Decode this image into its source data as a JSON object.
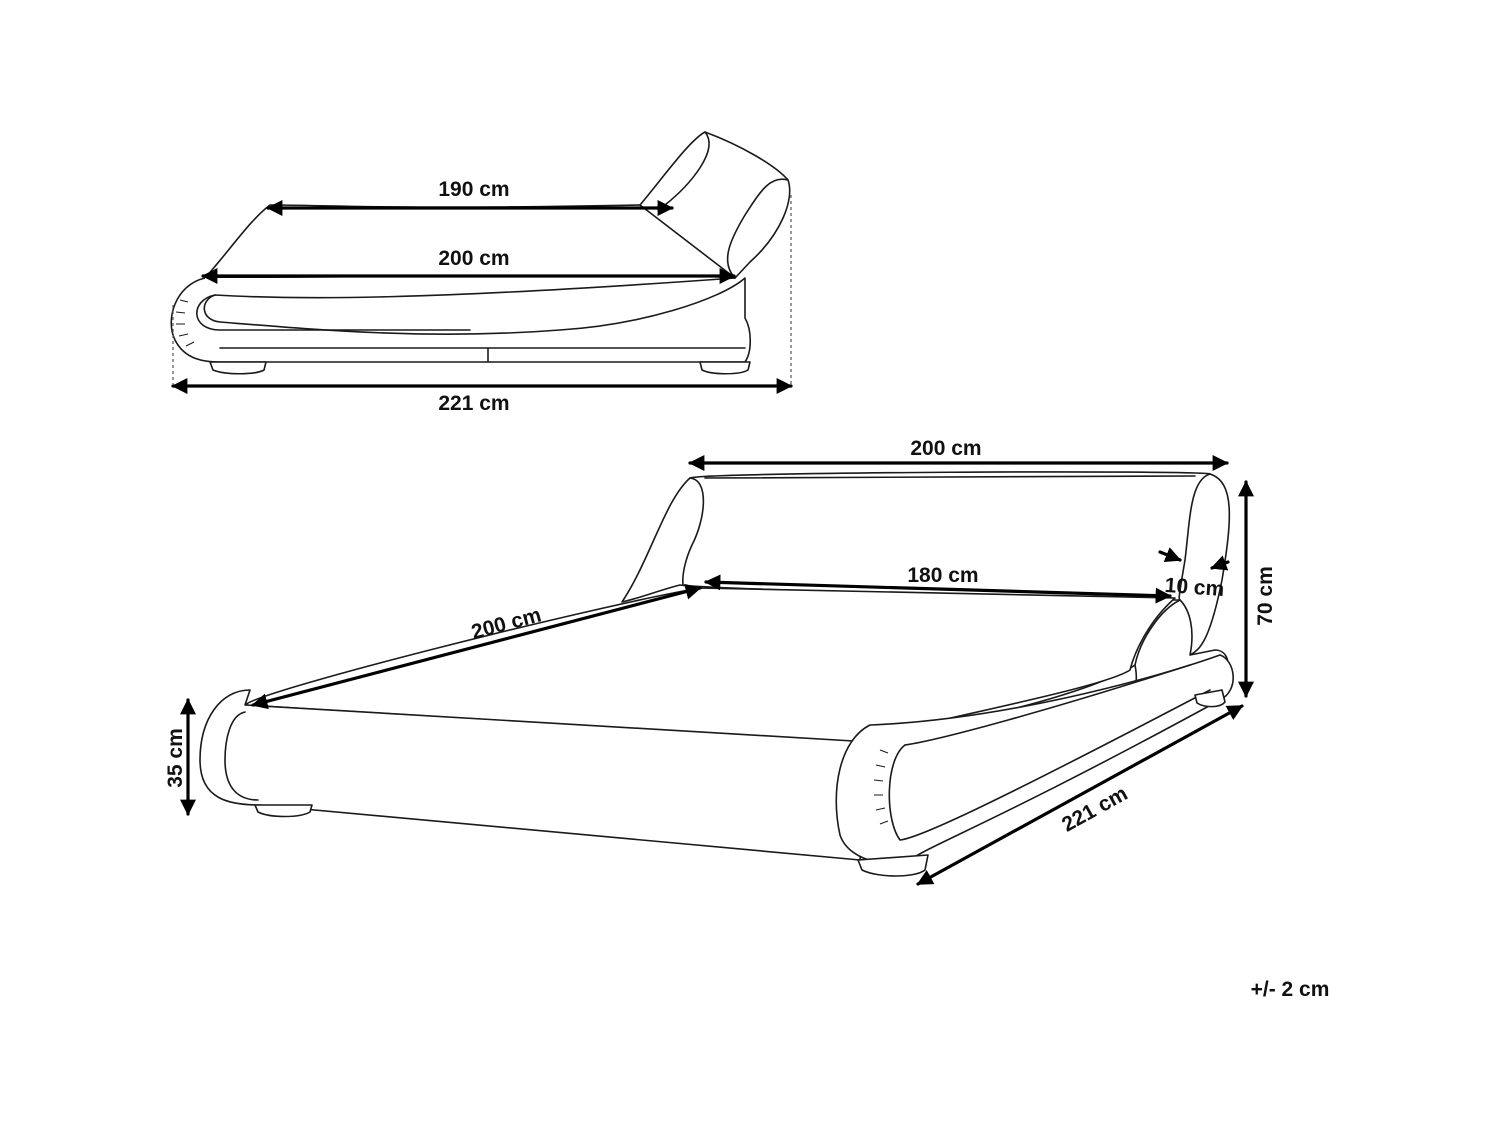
{
  "side_view": {
    "length_top": "190 cm",
    "length_mid": "200 cm",
    "length_total": "221 cm"
  },
  "perspective_view": {
    "width_top": "200 cm",
    "inner_width": "180 cm",
    "frame_thickness": "10 cm",
    "height_total": "70 cm",
    "length_side": "200 cm",
    "height_base": "35 cm",
    "length_total": "221 cm"
  },
  "tolerance": "+/- 2 cm"
}
